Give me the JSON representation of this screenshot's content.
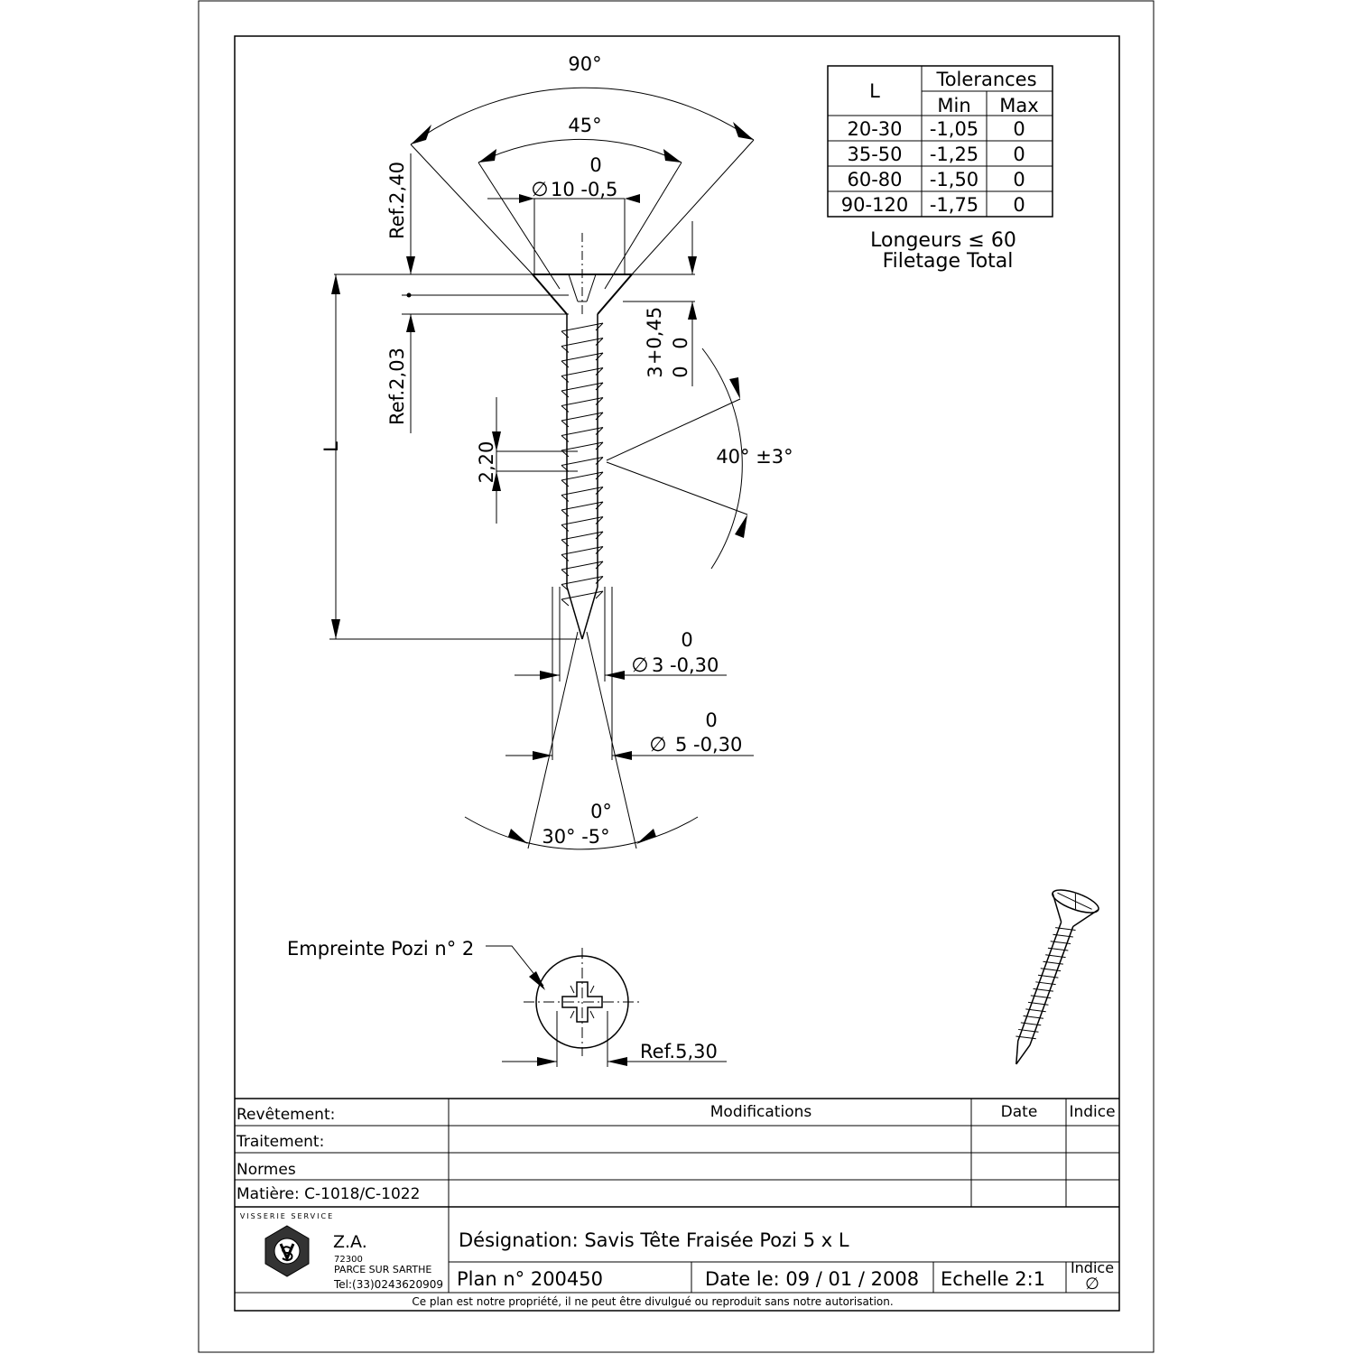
{
  "drawing": {
    "head_angle_outer": "90°",
    "head_angle_inner": "45°",
    "head_dia_tol_upper": "0",
    "head_dia_symbol": "∅",
    "head_dia": "10 -0,5",
    "ref_head_height": "Ref.2,40",
    "ref_head_cyl": "Ref.2,03",
    "length_label": "L",
    "recess_tol_upper": "+0,45",
    "recess_tol_lower": "0",
    "recess_nominal_a": "3",
    "recess_nominal_b": "0",
    "thread_angle": "40° ±3°",
    "thread_pitch": "2,20",
    "core_dia_tol_upper": "0",
    "core_dia_symbol": "∅",
    "core_dia": "3 -0,30",
    "outer_dia_tol_upper": "0",
    "outer_dia_symbol": "∅",
    "outer_dia": "5 -0,30",
    "point_angle_tol_upper": "0°",
    "point_angle": "30° -5°",
    "recess_label": "Empreinte Pozi n° 2",
    "recess_ref": "Ref.5,30"
  },
  "tolerance_table": {
    "col_L": "L",
    "col_tolerances": "Tolerances",
    "col_min": "Min",
    "col_max": "Max",
    "rows": [
      {
        "range": "20-30",
        "min": "-1,05",
        "max": "0"
      },
      {
        "range": "35-50",
        "min": "-1,25",
        "max": "0"
      },
      {
        "range": "60-80",
        "min": "-1,50",
        "max": "0"
      },
      {
        "range": "90-120",
        "min": "-1,75",
        "max": "0"
      }
    ],
    "note_line1": "Longeurs ≤ 60",
    "note_line2": "Filetage Total"
  },
  "title_block": {
    "revetement": "Revêtement:",
    "traitement": "Traitement:",
    "normes": "Normes",
    "matiere": "Matière: C-1018/C-1022",
    "modifications": "Modifications",
    "date_header": "Date",
    "indice_header": "Indice",
    "logo_letters": "VISSERIE SERVICE",
    "company_za": "Z.A.",
    "company_postcode": "72300",
    "company_city": "PARCE SUR SARTHE",
    "company_tel": "Tel:(33)0243620909",
    "designation": "Désignation: Savis Tête Fraisée Pozi  5 x L",
    "plan": "Plan n° 200450",
    "date": "Date le: 09 / 01 / 2008",
    "scale": "Echelle 2:1",
    "indice_label": "Indice",
    "indice_value": "∅",
    "footer": "Ce plan est notre propriété, il ne peut être divulgué ou reproduit sans notre autorisation."
  }
}
